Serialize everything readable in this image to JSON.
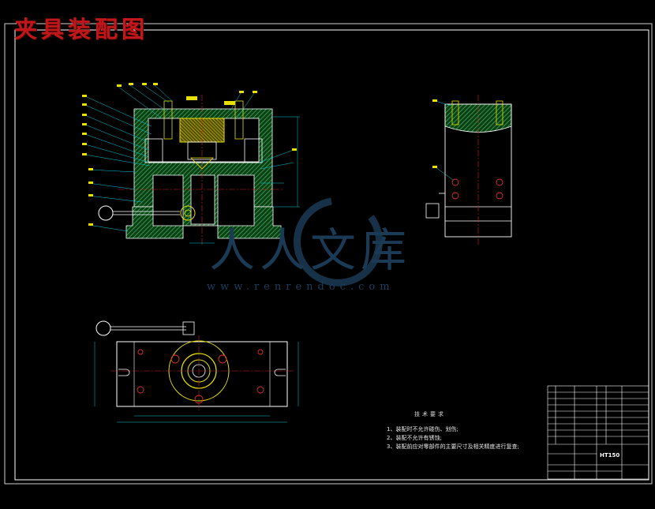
{
  "drawing": {
    "title": "夹具装配图",
    "watermark": {
      "logo_text": "人人文库",
      "url": "www.renrendoc.com"
    },
    "technical_requirements": {
      "title": "技术要求",
      "items": [
        "1、装配时不允许碰伤、划伤;",
        "2、装配不允许有锈蚀;",
        "3、装配前应对零部件的主要尺寸及相关精度进行复查;"
      ]
    },
    "title_block": {
      "material": "HT150"
    },
    "colors": {
      "background": "#000000",
      "outline": "#ffffff",
      "hatch": "#2fae4a",
      "dimension": "#00c8d8",
      "part_yellow": "#e8e000",
      "part_red": "#e03030",
      "centerline": "#d02020",
      "title_red": "#c0181a"
    }
  }
}
